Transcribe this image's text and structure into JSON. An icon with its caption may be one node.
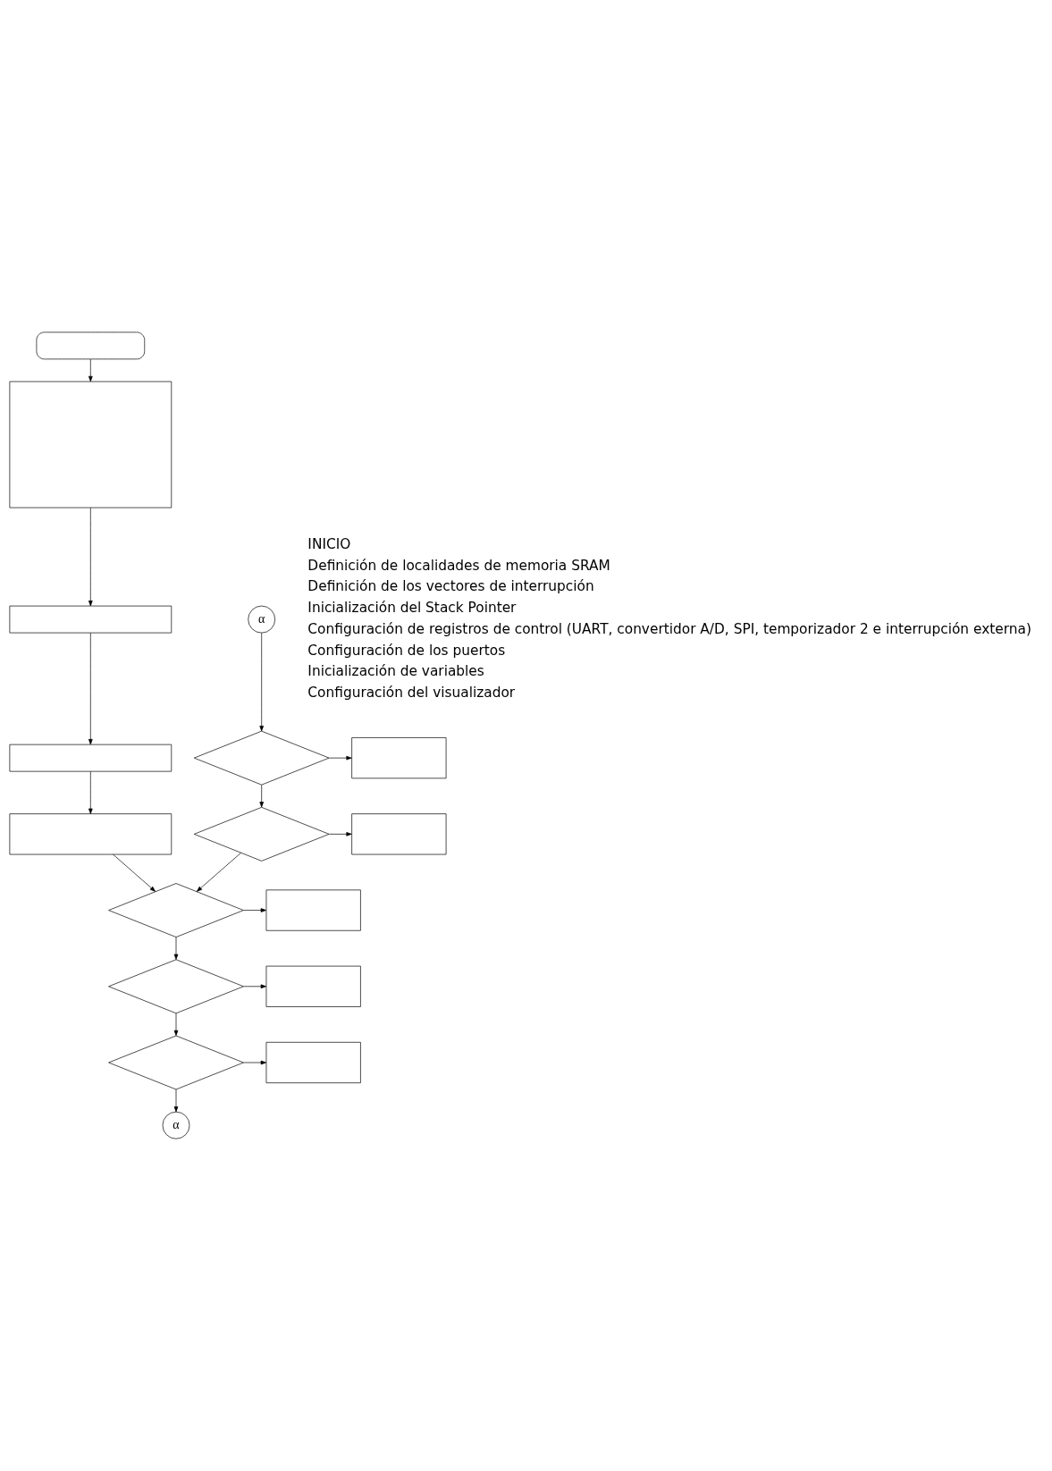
{
  "diagram": {
    "nodes": [
      {
        "text": [],
        "shape": "terminator"
      },
      {
        "text": [],
        "shape": "box"
      },
      {
        "text": [],
        "shape": "box"
      },
      {
        "text": [],
        "shape": "box"
      },
      {
        "text": [],
        "shape": "box"
      },
      {
        "text": [],
        "shape": "diamond"
      },
      {
        "text": [],
        "shape": "box"
      },
      {
        "text": [],
        "shape": "diamond"
      },
      {
        "text": [],
        "shape": "box"
      },
      {
        "text": [],
        "shape": "diamond"
      },
      {
        "text": [],
        "shape": "box"
      },
      {
        "text": [
          "α"
        ]
      },
      {
        "text": [
          "α"
        ]
      },
      {
        "text": [],
        "shape": "diamond"
      },
      {
        "text": [],
        "shape": "box"
      },
      {
        "text": [],
        "shape": "diamond"
      },
      {
        "text": [],
        "shape": "box"
      }
    ],
    "edges": [
      {
        "from": 0,
        "to": 1,
        "arrow": "to"
      },
      {
        "from": 1,
        "to": 2,
        "arrow": "to"
      },
      {
        "from": 2,
        "to": 3,
        "arrow": "to"
      },
      {
        "from": 3,
        "to": 4,
        "arrow": "to"
      },
      {
        "from": 4,
        "to": 5,
        "arrow": "to"
      },
      {
        "from": 15,
        "to": 5,
        "arrow": "to"
      },
      {
        "from": 5,
        "to": 6,
        "arrow": "to"
      },
      {
        "from": 5,
        "to": 7,
        "arrow": "to"
      },
      {
        "from": 7,
        "to": 8,
        "arrow": "to"
      },
      {
        "from": 7,
        "to": 9,
        "arrow": "to"
      },
      {
        "from": 9,
        "to": 10,
        "arrow": "to"
      },
      {
        "from": 9,
        "to": 11,
        "arrow": "to"
      },
      {
        "from": 12,
        "to": 13,
        "arrow": "to"
      },
      {
        "from": 13,
        "to": 14,
        "arrow": "to"
      },
      {
        "from": 13,
        "to": 15,
        "arrow": "to"
      },
      {
        "from": 15,
        "to": 16,
        "arrow": "to"
      }
    ],
    "labels": [
      "INICIO",
      "Definición de localidades de memoria SRAM",
      "Definición de los vectores de interrupción",
      "Inicialización del Stack Pointer",
      "Configuración de registros de control (UART, convertidor A/D, SPI, temporizador 2 e interrupción externa)",
      "Configuración de los puertos",
      "Inicialización de variables",
      "Configuración del visualizador"
    ]
  }
}
